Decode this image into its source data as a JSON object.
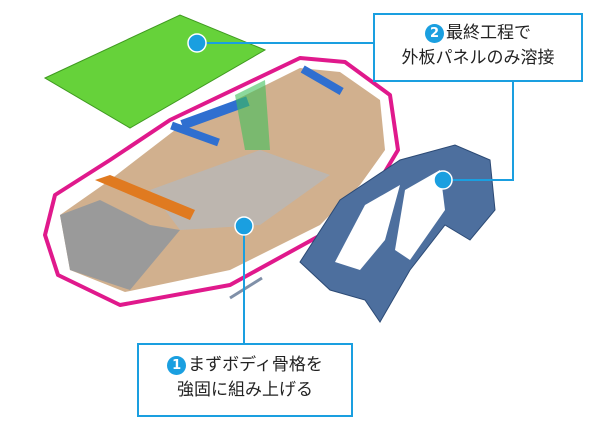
{
  "colors": {
    "accent": "#1a9fe0",
    "outline": "#e0198c",
    "roof": "#66d23a",
    "frame": "#c89a6a",
    "side_panel": "#4d6f9e"
  },
  "callouts": [
    {
      "number": "2",
      "line1": "最終工程で",
      "line2": "外板パネルのみ溶接"
    },
    {
      "number": "1",
      "line1": "まずボディ骨格を",
      "line2": "強固に組み上げる"
    }
  ]
}
